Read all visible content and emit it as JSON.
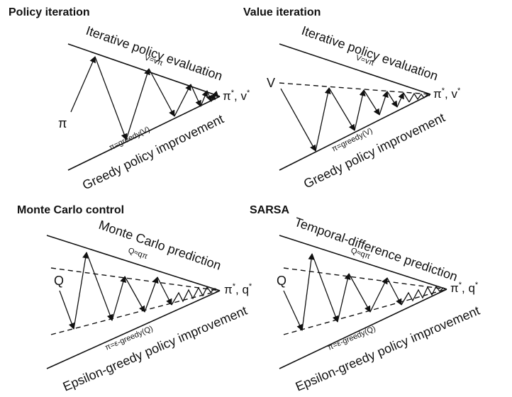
{
  "panels": [
    {
      "title": "Policy iteration",
      "top_label": "Iterative policy evaluation",
      "top_formula": "V=vπ",
      "bottom_formula": "π=greedy(V)",
      "bottom_label": "Greedy policy improvement",
      "start_symbol": "π",
      "end_label": "π*, v*"
    },
    {
      "title": "Value iteration",
      "top_label": "Iterative policy evaluation",
      "top_formula": "V=vπ",
      "bottom_formula": "π=greedy(V)",
      "bottom_label": "Greedy policy improvement",
      "start_symbol": "V",
      "end_label": "π*, v*"
    },
    {
      "title": "Monte Carlo control",
      "top_label": "Monte Carlo prediction",
      "top_formula": "Q≈qπ",
      "bottom_formula": "π=ε-greedy(Q)",
      "bottom_label": "Epsilon-greedy policy improvement",
      "start_symbol": "Q",
      "end_label": "π*, q*"
    },
    {
      "title": "SARSA",
      "top_label": "Temporal-difference prediction",
      "top_formula": "Q≈qπ",
      "bottom_formula": "π=ε-greedy(Q)",
      "bottom_label": "Epsilon-greedy policy improvement",
      "start_symbol": "Q",
      "end_label": "π*, q*"
    }
  ]
}
